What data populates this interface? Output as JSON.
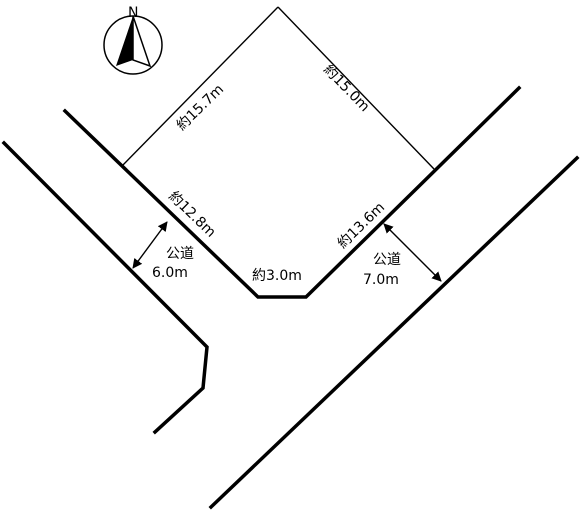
{
  "compass": {
    "north_letter": "N"
  },
  "lot": {
    "edge_top_left": "約15.7m",
    "edge_top_right": "約15.0m",
    "edge_left_frontage": "約12.8m",
    "edge_right_frontage": "約13.6m",
    "edge_corner_cut": "約3.0m"
  },
  "roads": {
    "left": {
      "name": "公道",
      "width": "6.0m"
    },
    "right": {
      "name": "公道",
      "width": "7.0m"
    }
  },
  "colors": {
    "line": "#000000",
    "background": "#ffffff"
  }
}
